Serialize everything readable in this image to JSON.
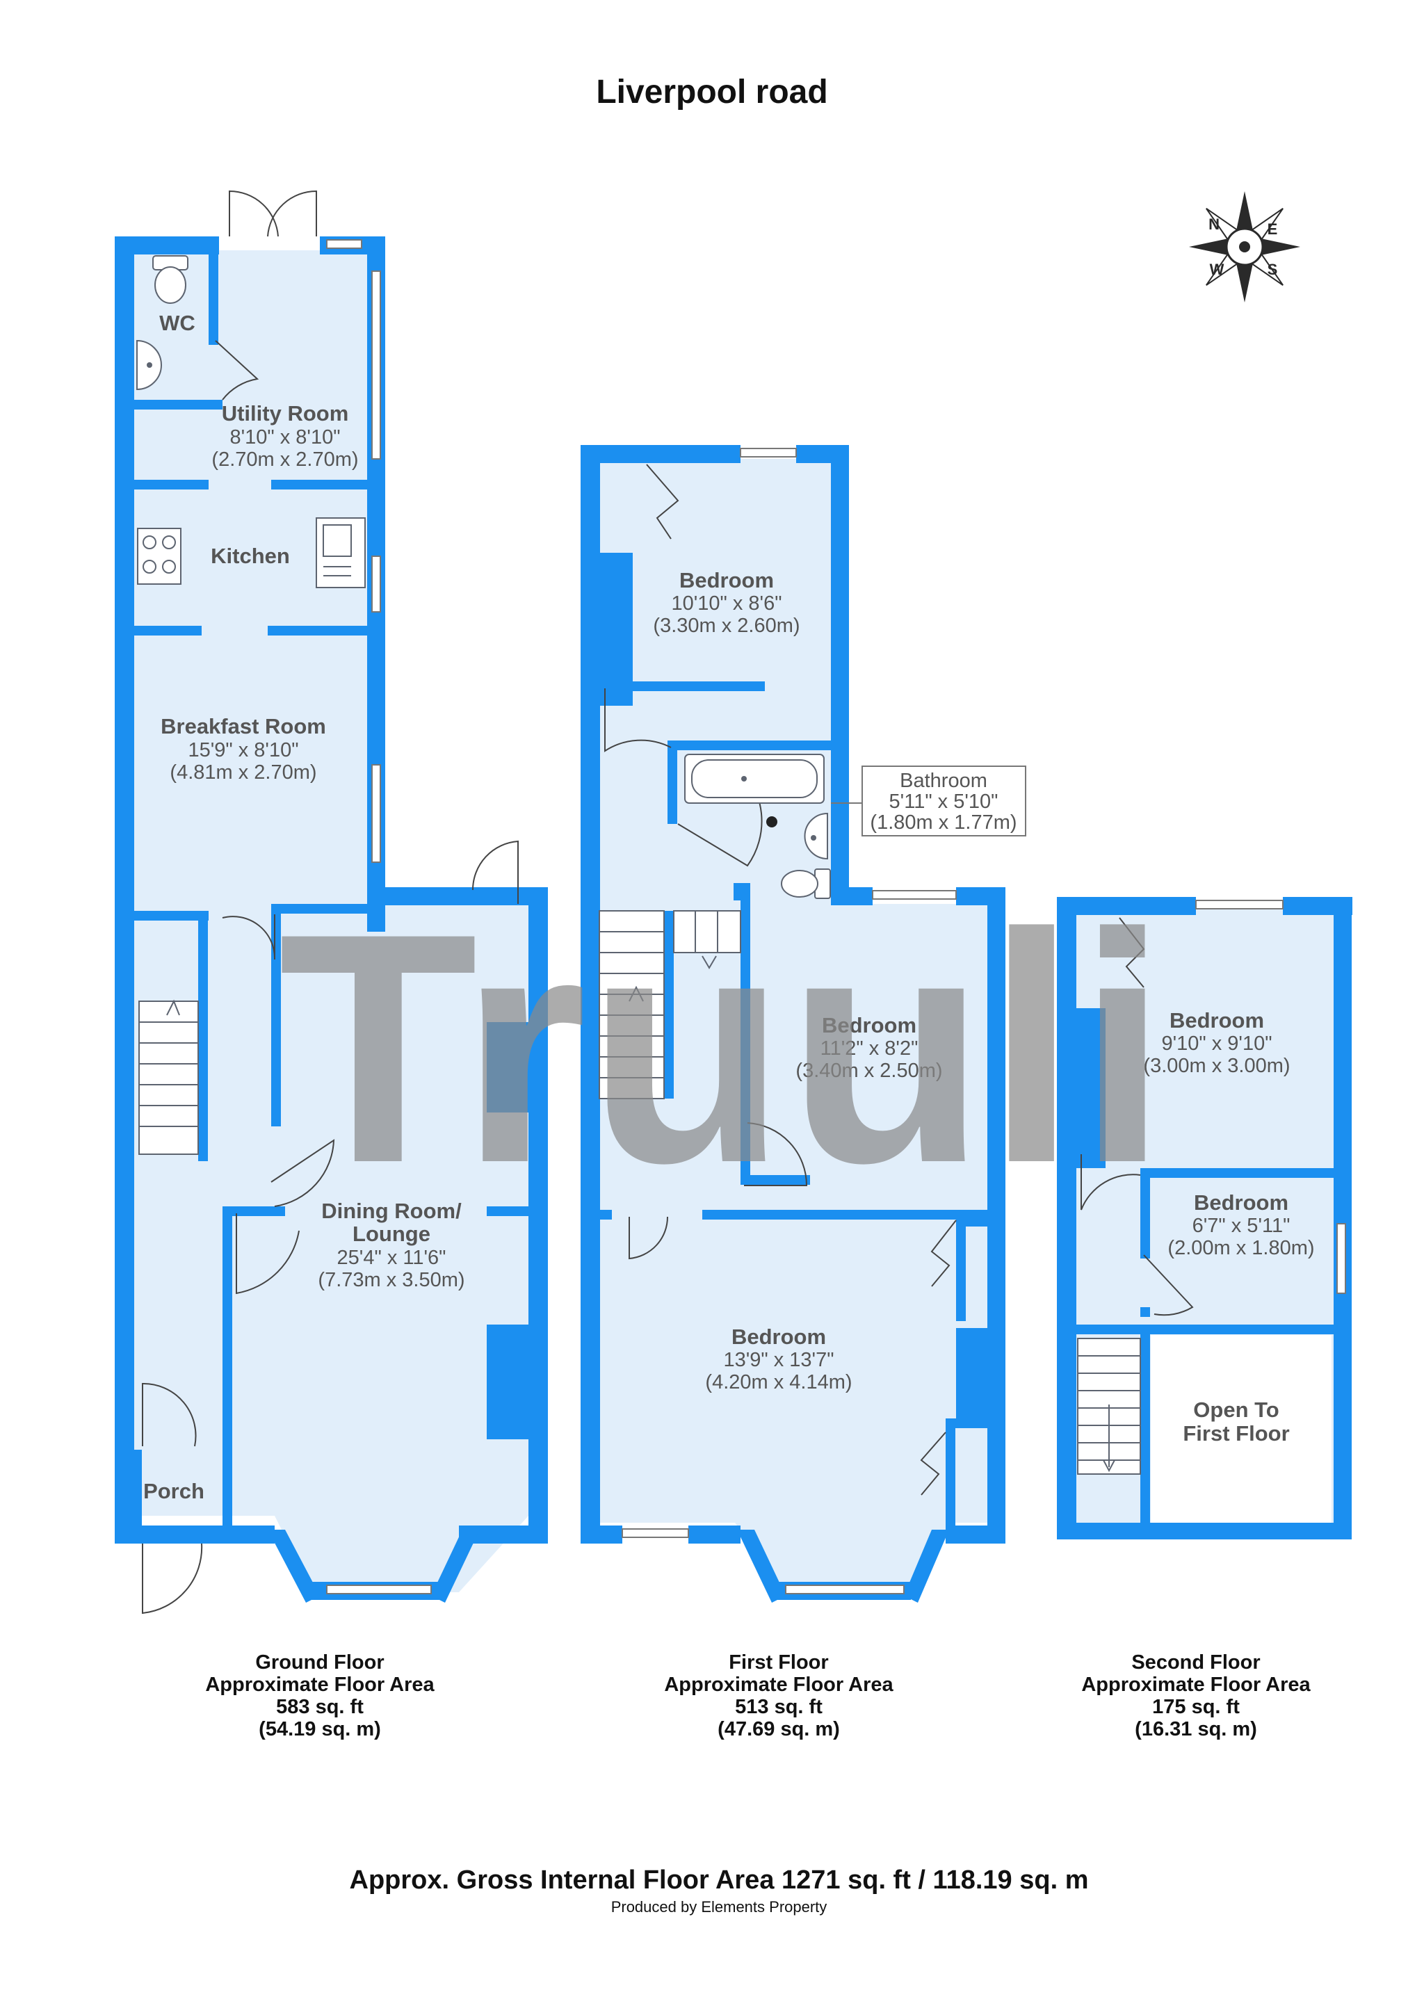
{
  "title": "Liverpool road",
  "watermark": "Truuli",
  "compass": {
    "letters": [
      "N",
      "E",
      "S",
      "W"
    ],
    "icon": "compass-rose-icon"
  },
  "colors": {
    "wall": "#1b8ff0",
    "floor": "#e1eefa",
    "watermark": "#8a8a8a"
  },
  "rooms": {
    "wc": {
      "name": "WC"
    },
    "utility": {
      "name": "Utility Room",
      "dim_imperial": "8'10\" x 8'10\"",
      "dim_metric": "(2.70m x 2.70m)"
    },
    "kitchen": {
      "name": "Kitchen"
    },
    "breakfast": {
      "name": "Breakfast Room",
      "dim_imperial": "15'9\" x 8'10\"",
      "dim_metric": "(4.81m x 2.70m)"
    },
    "dining": {
      "name_line1": "Dining Room/",
      "name_line2": "Lounge",
      "dim_imperial": "25'4\" x 11'6\"",
      "dim_metric": "(7.73m x 3.50m)"
    },
    "porch": {
      "name": "Porch"
    },
    "ff_bed_rear": {
      "name": "Bedroom",
      "dim_imperial": "10'10\" x 8'6\"",
      "dim_metric": "(3.30m x 2.60m)"
    },
    "bathroom": {
      "name": "Bathroom",
      "dim_imperial": "5'11\" x 5'10\"",
      "dim_metric": "(1.80m x 1.77m)"
    },
    "ff_bed_mid": {
      "name": "Bedroom",
      "dim_imperial": "11'2\" x 8'2\"",
      "dim_metric": "(3.40m x 2.50m)"
    },
    "ff_bed_front": {
      "name": "Bedroom",
      "dim_imperial": "13'9\" x 13'7\"",
      "dim_metric": "(4.20m x 4.14m)"
    },
    "sf_bed_1": {
      "name": "Bedroom",
      "dim_imperial": "9'10\" x 9'10\"",
      "dim_metric": "(3.00m x 3.00m)"
    },
    "sf_bed_2": {
      "name": "Bedroom",
      "dim_imperial": "6'7\" x 5'11\"",
      "dim_metric": "(2.00m x 1.80m)"
    },
    "open_to": {
      "line1": "Open To",
      "line2": "First Floor"
    }
  },
  "floors": [
    {
      "name": "Ground Floor",
      "label": "Approximate Floor Area",
      "sqft": "583 sq. ft",
      "sqm": "(54.19 sq. m)"
    },
    {
      "name": "First Floor",
      "label": "Approximate Floor Area",
      "sqft": "513 sq. ft",
      "sqm": "(47.69 sq. m)"
    },
    {
      "name": "Second Floor",
      "label": "Approximate Floor Area",
      "sqft": "175 sq. ft",
      "sqm": "(16.31 sq. m)"
    }
  ],
  "gross_area": "Approx. Gross Internal Floor Area 1271 sq. ft / 118.19 sq. m",
  "produced_by": "Produced by Elements Property"
}
